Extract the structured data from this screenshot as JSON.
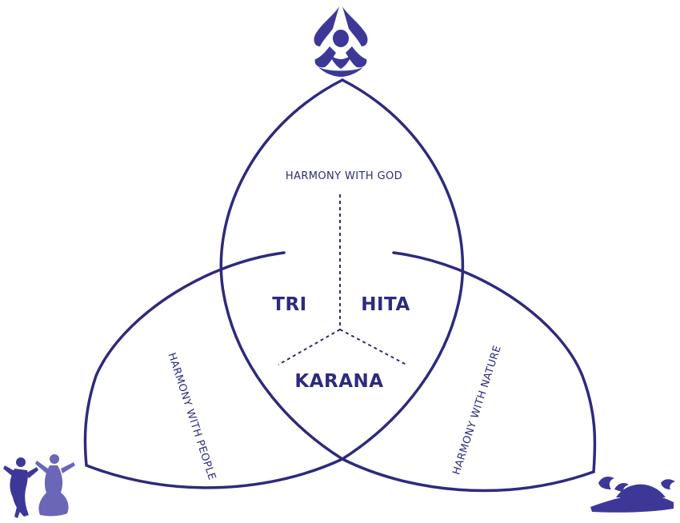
{
  "diagram": {
    "center_words": {
      "left": "TRI",
      "right": "HITA",
      "bottom": "KARANA"
    },
    "lobes": {
      "top": "HARMONY WITH GOD",
      "left": "HARMONY WITH PEOPLE",
      "right": "HARMONY WITH NATURE"
    },
    "figures": {
      "top": "praying-figure-icon",
      "bottom_left": "dancers-icon",
      "bottom_right": "nature-landscape-icon"
    }
  },
  "colors": {
    "primary": "#2e2a7e",
    "figure": "#3d3898",
    "figure_light": "#6b66b8"
  }
}
